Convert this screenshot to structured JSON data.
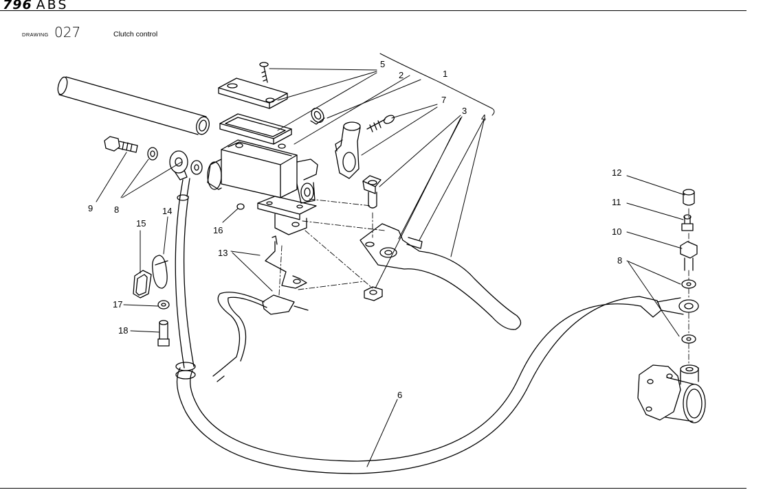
{
  "header": {
    "model": "796",
    "suffix": "ABS",
    "drawing_label": "DRAWING",
    "drawing_number": "027",
    "drawing_title": "Clutch control"
  },
  "callouts": [
    "1",
    "2",
    "3",
    "4",
    "5",
    "6",
    "7",
    "8",
    "8",
    "9",
    "10",
    "11",
    "12",
    "13",
    "14",
    "15",
    "16",
    "17",
    "18"
  ]
}
